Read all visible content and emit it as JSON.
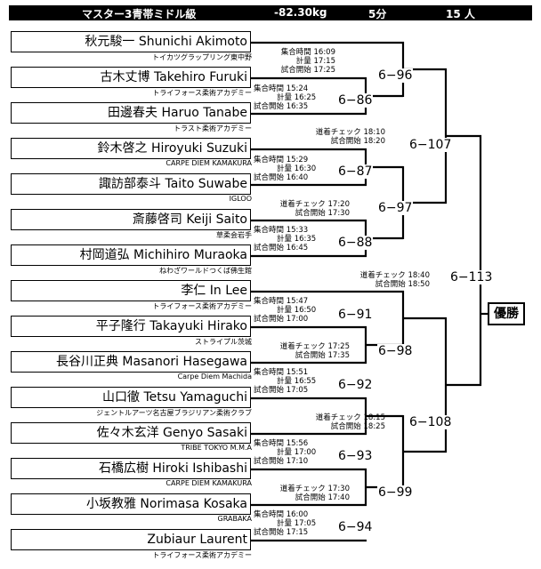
{
  "header": {
    "division": "マスター3青帯ミドル級",
    "weight": "-82.30kg",
    "duration": "5分",
    "count": "15 人"
  },
  "players": [
    {
      "name": "秋元駿一 Shunichi Akimoto",
      "team": "トイカツグラップリング東中野"
    },
    {
      "name": "古木丈博 Takehiro Furuki",
      "team": "トライフォース柔術アカデミー"
    },
    {
      "name": "田邊春夫 Haruo Tanabe",
      "team": "トラスト柔術アカデミー"
    },
    {
      "name": "鈴木啓之 Hiroyuki Suzuki",
      "team": "CARPE DIEM KAMAKURA"
    },
    {
      "name": "諏訪部泰斗 Taito Suwabe",
      "team": "IGLOO"
    },
    {
      "name": "斎藤啓司 Keiji Saito",
      "team": "草柔会岩手"
    },
    {
      "name": "村岡道弘 Michihiro Muraoka",
      "team": "ねわざワールドつくば佛生館"
    },
    {
      "name": "李仁 In Lee",
      "team": "トライフォース柔術アカデミー"
    },
    {
      "name": "平子隆行 Takayuki Hirako",
      "team": "ストライプル茨城"
    },
    {
      "name": "長谷川正典 Masanori Hasegawa",
      "team": "Carpe Diem Machida"
    },
    {
      "name": "山口徹 Tetsu Yamaguchi",
      "team": "ジェントルアーツ名古屋ブラジリアン柔術クラブ"
    },
    {
      "name": "佐々木玄洋 Genyo Sasaki",
      "team": "TRIBE TOKYO M.M.A"
    },
    {
      "name": "石橋広樹 Hiroki Ishibashi",
      "team": "CARPE DIEM KAMAKURA"
    },
    {
      "name": "小坂教雅 Norimasa Kosaka",
      "team": "GRABAKA"
    },
    {
      "name": "Zubiaur Laurent",
      "team": "トライフォース柔術アカデミー"
    }
  ],
  "matches": {
    "m86": "6−86",
    "m87": "6−87",
    "m88": "6−88",
    "m91": "6−91",
    "m92": "6−92",
    "m93": "6−93",
    "m94": "6−94",
    "m96": "6−96",
    "m97": "6−97",
    "m98": "6−98",
    "m99": "6−99",
    "m107": "6−107",
    "m108": "6−108",
    "m113": "6−113"
  },
  "schedule": {
    "s96": [
      "集合時間 16:09",
      "計量 17:15",
      "試合開始 17:25"
    ],
    "s86": [
      "集合時間 15:24",
      "計量 16:25",
      "試合開始 16:35"
    ],
    "s107": [
      "道着チェック 18:10",
      "試合開始 18:20"
    ],
    "s87": [
      "集合時間 15:29",
      "計量 16:30",
      "試合開始 16:40"
    ],
    "s97": [
      "道着チェック 17:20",
      "試合開始 17:30"
    ],
    "s88": [
      "集合時間 15:33",
      "計量 16:35",
      "試合開始 16:45"
    ],
    "s113": [
      "道着チェック 18:40",
      "試合開始 18:50"
    ],
    "s91": [
      "集合時間 15:47",
      "計量 16:50",
      "試合開始 17:00"
    ],
    "s98": [
      "道着チェック 17:25",
      "試合開始 17:35"
    ],
    "s92": [
      "集合時間 15:51",
      "計量 16:55",
      "試合開始 17:05"
    ],
    "s108": [
      "道着チェック 18:15",
      "試合開始 18:25"
    ],
    "s93": [
      "集合時間 15:56",
      "計量 17:00",
      "試合開始 17:10"
    ],
    "s99": [
      "道着チェック 17:30",
      "試合開始 17:40"
    ],
    "s94": [
      "集合時間 16:00",
      "計量 17:05",
      "試合開始 17:15"
    ]
  },
  "final_label": "優勝"
}
